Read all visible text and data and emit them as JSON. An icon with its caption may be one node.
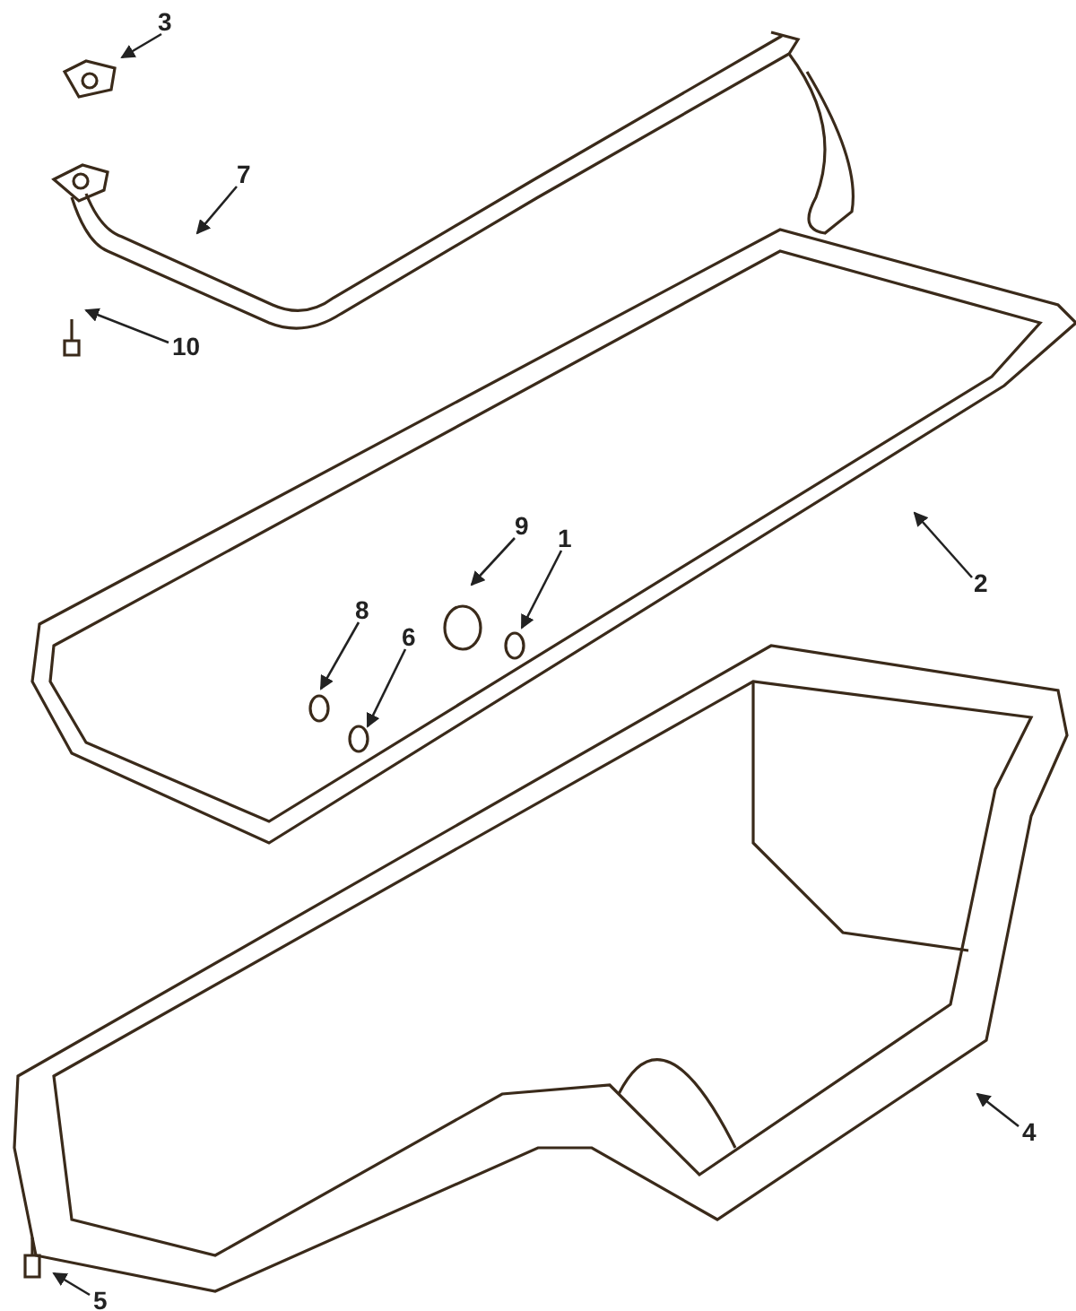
{
  "diagram": {
    "nodes": [
      {
        "text": [
          "3"
        ]
      },
      {
        "text": [
          "7"
        ]
      },
      {
        "text": [
          "10"
        ]
      },
      {
        "text": [
          "2"
        ]
      },
      {
        "text": [
          "9"
        ]
      },
      {
        "text": [
          "1"
        ]
      },
      {
        "text": [
          "8"
        ]
      },
      {
        "text": [
          "6"
        ]
      },
      {
        "text": [
          "4"
        ]
      },
      {
        "text": [
          "5"
        ]
      }
    ],
    "edges": [
      {
        "from": 0,
        "to": null,
        "arrow": "to"
      },
      {
        "from": 1,
        "to": null,
        "arrow": "to"
      },
      {
        "from": 2,
        "to": null,
        "arrow": "to"
      },
      {
        "from": 3,
        "to": null,
        "arrow": "to"
      },
      {
        "from": 4,
        "to": null,
        "arrow": "to"
      },
      {
        "from": 5,
        "to": null,
        "arrow": "to"
      },
      {
        "from": 6,
        "to": null,
        "arrow": "to"
      },
      {
        "from": 7,
        "to": null,
        "arrow": "to"
      },
      {
        "from": 8,
        "to": null,
        "arrow": "to"
      },
      {
        "from": 9,
        "to": null,
        "arrow": "to"
      }
    ]
  }
}
